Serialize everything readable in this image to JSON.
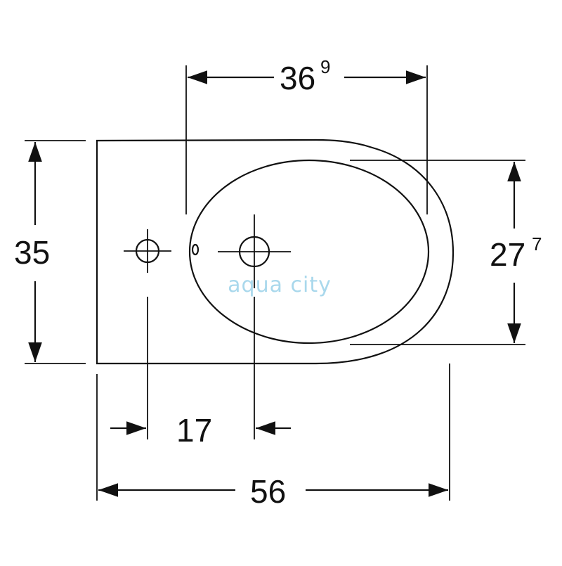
{
  "diagram": {
    "dimensions": {
      "top_width": {
        "main": "36",
        "sup": "9"
      },
      "height": {
        "main": "35"
      },
      "bowl_depth": {
        "main": "27",
        "sup": "7"
      },
      "tap_offset": {
        "main": "17"
      },
      "total_length": {
        "main": "56"
      }
    },
    "watermark": "aqua city",
    "colors": {
      "line": "#111111",
      "watermark": "#a9d8ec"
    }
  }
}
